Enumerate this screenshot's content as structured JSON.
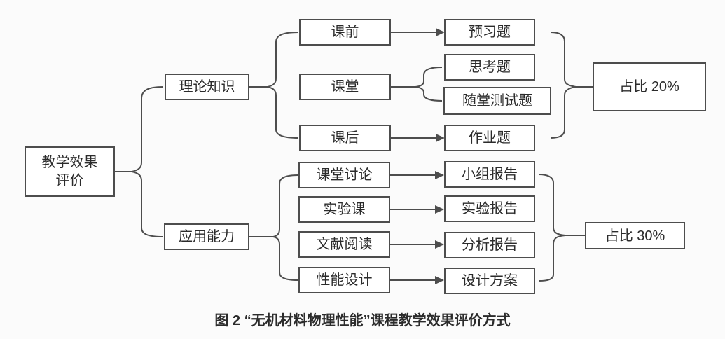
{
  "figure": {
    "root": "教学效果\n评价",
    "branch_theory": {
      "label": "理论知识",
      "stages": {
        "pre": "课前",
        "during": "课堂",
        "after": "课后"
      },
      "items": {
        "preview": "预习题",
        "thinking": "思考题",
        "quiz": "随堂测试题",
        "homework": "作业题"
      },
      "weight": "占比 20%"
    },
    "branch_application": {
      "label": "应用能力",
      "activities": {
        "discussion": "课堂讨论",
        "lab": "实验课",
        "literature": "文献阅读",
        "design": "性能设计"
      },
      "outputs": {
        "group_report": "小组报告",
        "lab_report": "实验报告",
        "analysis_report": "分析报告",
        "design_plan": "设计方案"
      },
      "weight": "占比 30%"
    },
    "caption": "图 2 “无机材料物理性能”课程教学效果评价方式"
  },
  "colors": {
    "background": "#fbfbfb",
    "border": "#4d4d4d",
    "line": "#4d4d4d",
    "text": "#2b2b2b"
  }
}
